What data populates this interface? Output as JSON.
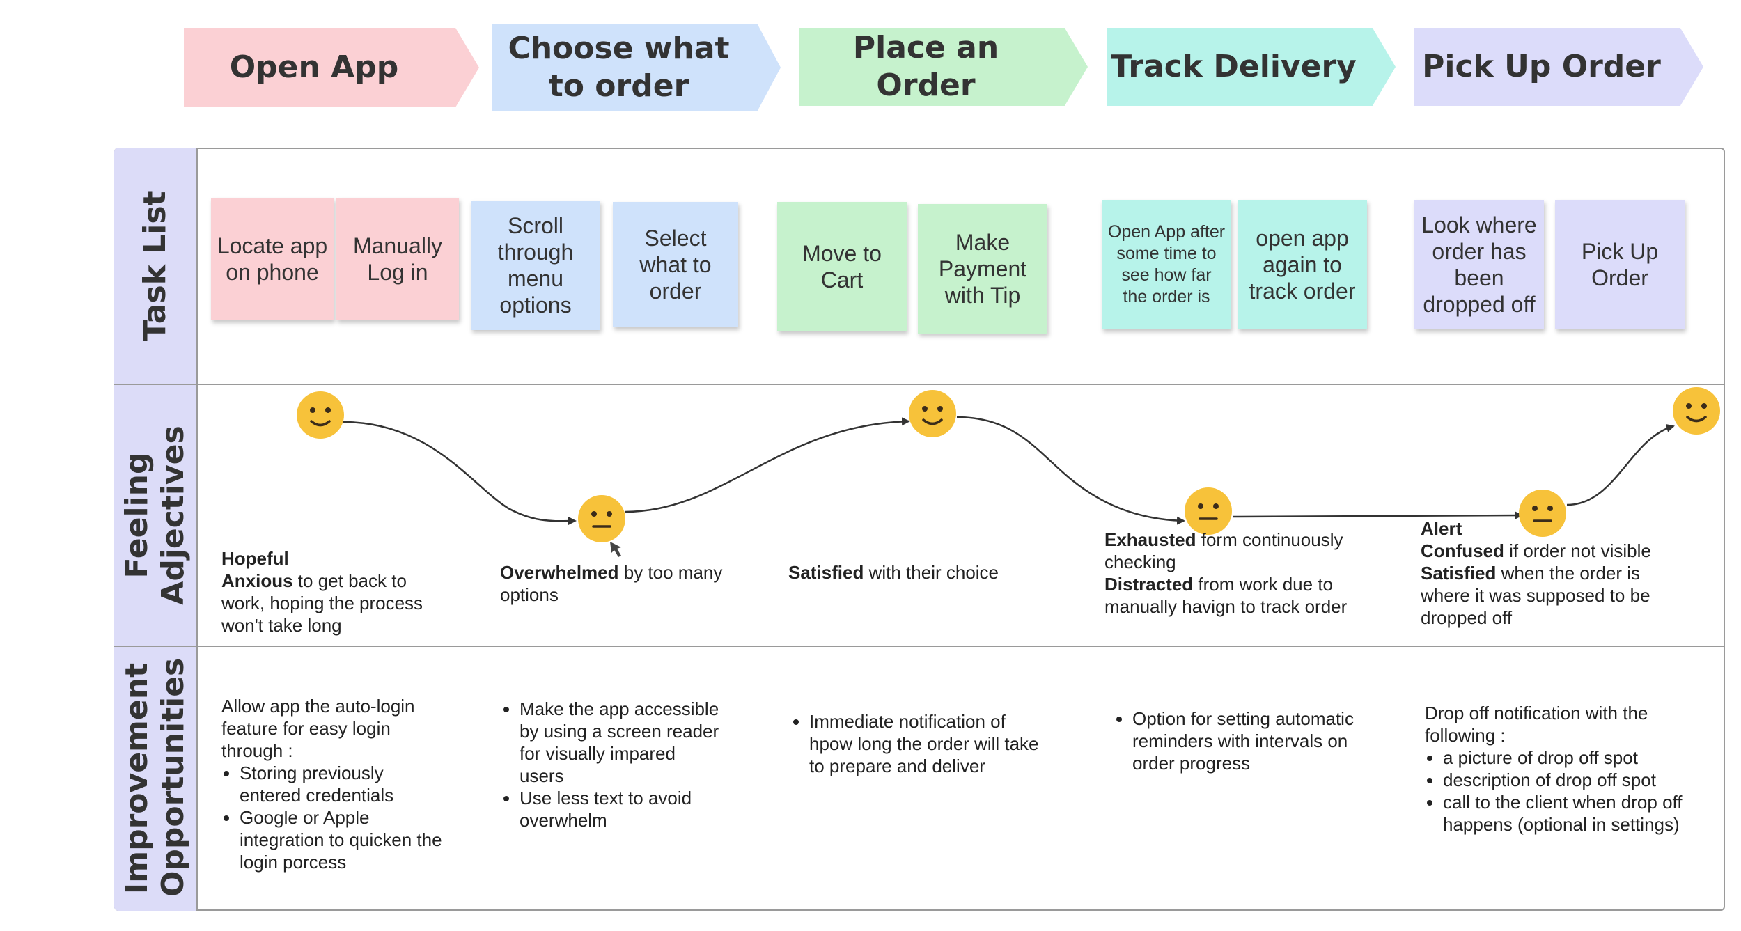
{
  "phases": [
    "Open App",
    "Choose what to order",
    "Place an Order",
    "Track Delivery",
    "Pick Up Order"
  ],
  "colors": {
    "pink": "#fbd0d4",
    "blue": "#cfe2fb",
    "green": "#c6f2cd",
    "teal": "#b7f3ea",
    "lavender": "#dcdcfa",
    "row_label": "#dcdcf8",
    "emoji": "#f7c23a",
    "border": "#9a9a9a"
  },
  "rows": {
    "task_list": "Task List",
    "feeling": "Feeling Adjectives",
    "improvement": "Improvement Opportunities"
  },
  "tasks": [
    "Locate app on phone",
    "Manually Log in",
    "Scroll through menu options",
    "Select what to order",
    "Move to Cart",
    "Make Payment with Tip",
    "Open App after some time to see how far the order is",
    "open app again to track order",
    "Look where order has been dropped off",
    "Pick Up Order"
  ],
  "feelings": {
    "open_app": {
      "hopeful": "Hopeful",
      "anxious": "Anxious",
      "anxious_rest": " to get back to work, hoping the process won't take long"
    },
    "choose": {
      "word": "Overwhelmed",
      "rest": " by too many options"
    },
    "place": {
      "word": "Satisfied",
      "rest": " with their choice"
    },
    "track": {
      "word1": "Exhausted",
      "rest1": " form continuously checking",
      "word2": "Distracted",
      "rest2": " from work due to manually havign to track order"
    },
    "pickup": {
      "alert": "Alert",
      "word1": "Confused",
      "rest1": " if order not visible",
      "word2": "Satisfied",
      "rest2": " when the order is where it was supposed to be dropped off"
    }
  },
  "emoji_path": [
    {
      "mood": "happy",
      "level": "high"
    },
    {
      "mood": "neutral",
      "level": "low"
    },
    {
      "mood": "happy",
      "level": "high"
    },
    {
      "mood": "neutral",
      "level": "low"
    },
    {
      "mood": "neutral",
      "level": "low"
    },
    {
      "mood": "happy",
      "level": "high"
    }
  ],
  "improvements": {
    "open_app": {
      "intro": "Allow app the auto-login feature for easy login through :",
      "items": [
        "Storing previously entered credentials",
        "Google or Apple integration to quicken the login porcess"
      ]
    },
    "choose": {
      "items": [
        "Make the app accessible by using a screen reader for visually impared users",
        "Use less text to avoid overwhelm"
      ]
    },
    "place": {
      "items": [
        "Immediate notification of hpow long the order will take to prepare and deliver"
      ]
    },
    "track": {
      "items": [
        "Option for setting automatic reminders with intervals on order progress"
      ]
    },
    "pickup": {
      "intro": "Drop off notification with the following :",
      "items": [
        "a picture of drop off spot",
        "description of drop off spot",
        "call to the client when drop off happens (optional in settings)"
      ]
    }
  }
}
